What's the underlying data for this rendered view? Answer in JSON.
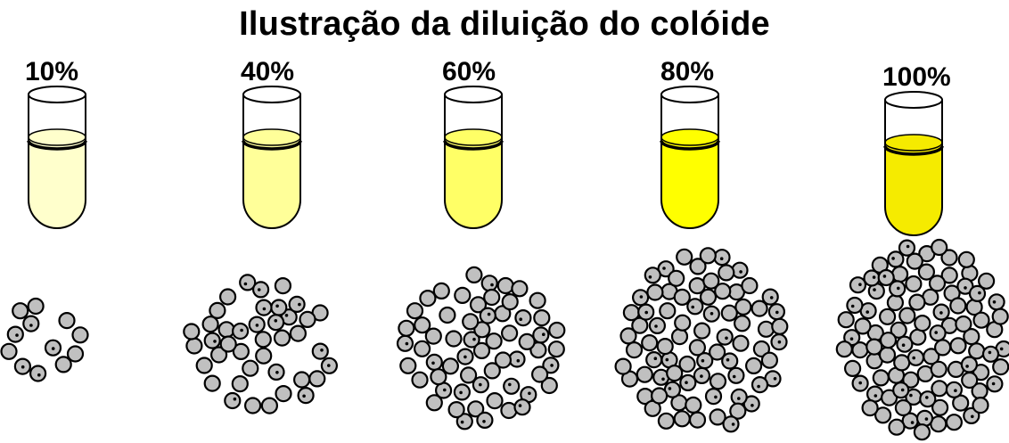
{
  "title": "Ilustração da diluição do colóide",
  "colors": {
    "particle_fill": "#c0c0c0",
    "outline": "#000000"
  },
  "samples": [
    {
      "label": "10%",
      "concentration": 0.1,
      "liquid_color": "#ffffcc",
      "particle_count": 12
    },
    {
      "label": "40%",
      "concentration": 0.4,
      "liquid_color": "#ffff99",
      "particle_count": 40
    },
    {
      "label": "60%",
      "concentration": 0.6,
      "liquid_color": "#ffff66",
      "particle_count": 60
    },
    {
      "label": "80%",
      "concentration": 0.8,
      "liquid_color": "#ffff00",
      "particle_count": 80
    },
    {
      "label": "100%",
      "concentration": 1.0,
      "liquid_color": "#f5eb00",
      "particle_count": 100
    }
  ]
}
